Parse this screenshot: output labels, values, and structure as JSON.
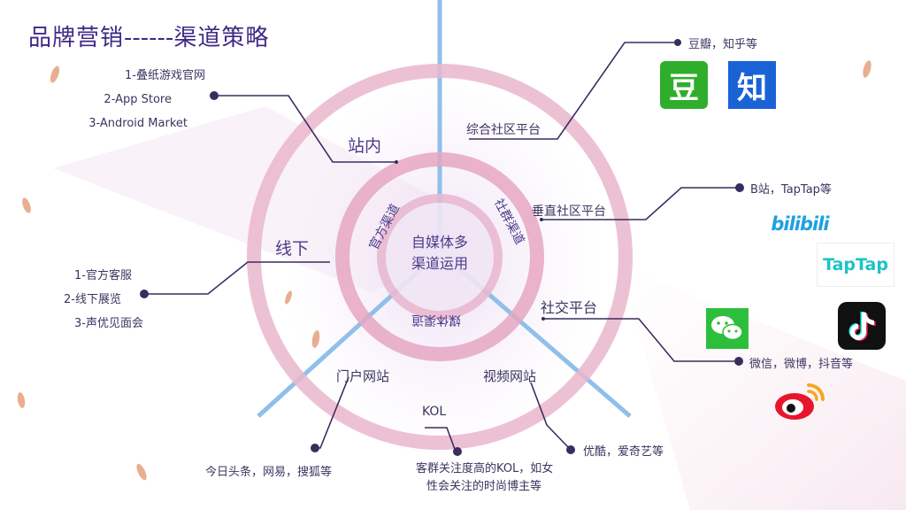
{
  "title": {
    "main": "品牌营销",
    "dashes": "------",
    "sub": "渠道策略"
  },
  "center": {
    "line1": "自媒体多",
    "line2": "渠道运用"
  },
  "inner_ring": {
    "official": "官方渠道",
    "community": "社群渠道",
    "media": "媒体渠道"
  },
  "outer_ring": {
    "onsite": "站内",
    "offline": "线下"
  },
  "nodes": {
    "general_community": "综合社区平台",
    "vertical_community": "垂直社区平台",
    "social": "社交平台",
    "portal": "门户网站",
    "video": "视频网站",
    "kol": "KOL"
  },
  "onsite_list": [
    "1-叠纸游戏官网",
    "2-App Store",
    "3-Android Market"
  ],
  "offline_list": [
    "1-官方客服",
    "2-线下展览",
    "3-声优见面会"
  ],
  "callouts": {
    "douban_zhihu": "豆瓣，知乎等",
    "bili_taptap": "B站，TapTap等",
    "wechat_weibo": "微信，微博，抖音等",
    "youku": "优酷，爱奇艺等",
    "portal_examples": "今日头条，网易，搜狐等",
    "kol_line1": "客群关注度高的KOL，如女",
    "kol_line2": "性会关注的时尚博主等"
  },
  "logos": {
    "douban": "豆",
    "zhihu": "知",
    "bilibili": "bilibili",
    "taptap": "TapTap",
    "wechat_icon": "wechat-icon",
    "douyin_icon": "douyin-icon",
    "weibo_icon": "weibo-icon"
  },
  "colors": {
    "ring": "#e7a9c4",
    "spoke": "#8fbfea",
    "text": "#3b3560",
    "connector": "#3a2c5e"
  }
}
